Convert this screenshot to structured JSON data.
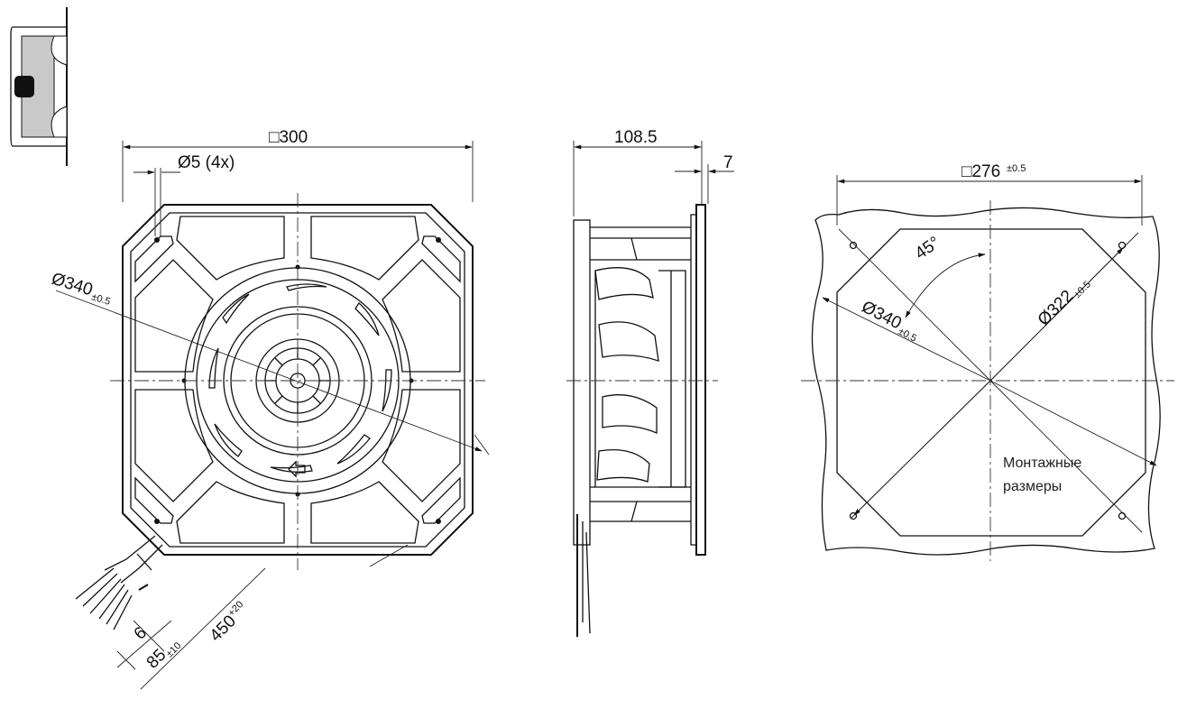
{
  "front_view": {
    "width_label": "□300",
    "holes_label": "Ø5 (4x)",
    "diameter_main": "Ø340",
    "diameter_tol": "±0.5",
    "cable_dim_6": "6",
    "cable_dim_85_main": "85",
    "cable_dim_85_tol": "±10",
    "cable_dim_450_main": "450",
    "cable_dim_450_tol": "+20"
  },
  "side_view": {
    "depth_label": "108.5",
    "flange_label": "7"
  },
  "mounting_view": {
    "square_main": "□276",
    "square_tol": "±0.5",
    "angle_label": "45°",
    "diameter_340_main": "Ø340",
    "diameter_340_tol": "±0.5",
    "diameter_322_main": "Ø322",
    "diameter_322_tol": "±0.5",
    "note_line1": "Монтажные",
    "note_line2": "размеры"
  }
}
